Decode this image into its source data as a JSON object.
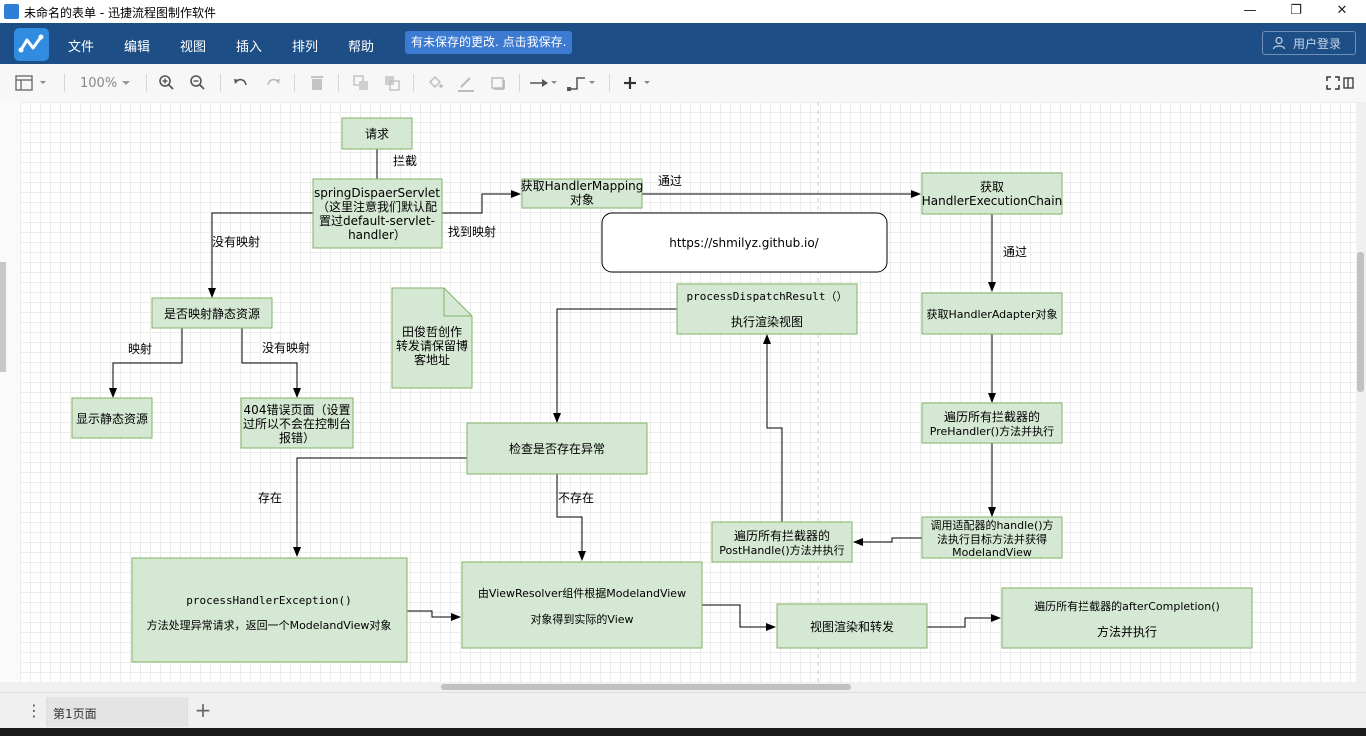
{
  "window": {
    "title": "未命名的表单 - 迅捷流程图制作软件",
    "minimize": "—",
    "maximize": "❐",
    "close": "✕"
  },
  "menu": {
    "items": [
      "文件",
      "编辑",
      "视图",
      "插入",
      "排列",
      "帮助"
    ],
    "unsaved_notice": "有未保存的更改. 点击我保存.",
    "login": "用户登录"
  },
  "toolbar": {
    "zoom": "100%"
  },
  "colors": {
    "menubar": "#1d4e86",
    "node_fill": "#d5e8d4",
    "node_stroke": "#82b366"
  },
  "diagram": {
    "nodes": {
      "request": "请求",
      "dispatcher": [
        "springDispaerServlet",
        "（这里注意我们默认配",
        "置过default-servlet-",
        "handler）"
      ],
      "get_mapping": [
        "获取HandlerMapping",
        "对象"
      ],
      "get_chain": [
        "获取",
        "HandlerExecutionChain"
      ],
      "url_box": "https://shmilyz.github.io/",
      "static_check": "是否映射静态资源",
      "note": [
        "田俊哲创作",
        "转发请保留博",
        "客地址"
      ],
      "process_dispatch": [
        "processDispatchResult（）",
        "执行渲染视图"
      ],
      "get_adapter": "获取HandlerAdapter对象",
      "show_static": "显示静态资源",
      "error_404": [
        "404错误页面（设置",
        "过所以不会在控制台",
        "报错）"
      ],
      "check_exception": "检查是否存在异常",
      "prehandle": [
        "遍历所有拦截器的",
        "PreHandler()方法并执行"
      ],
      "posthandle": [
        "遍历所有拦截器的",
        "PostHandle()方法并执行"
      ],
      "invoke_handle": [
        "调用适配器的handle()方",
        "法执行目标方法并获得",
        "ModelandView"
      ],
      "handler_exception": [
        "processHandlerException()",
        "方法处理异常请求，返回一个ModelandView对象"
      ],
      "view_resolver": [
        "由ViewResolver组件根据ModelandView",
        "对象得到实际的View"
      ],
      "render": "视图渲染和转发",
      "after_completion": [
        "遍历所有拦截器的afterCompletion()",
        "方法并执行"
      ]
    },
    "edge_labels": {
      "intercept": "拦截",
      "pass1": "通过",
      "pass2": "通过",
      "no_mapping1": "没有映射",
      "found_mapping": "找到映射",
      "mapped": "映射",
      "no_mapping2": "没有映射",
      "exists": "存在",
      "not_exists": "不存在"
    }
  },
  "pages": {
    "tab1": "第1页面",
    "add": "+",
    "menu": "⋮"
  }
}
